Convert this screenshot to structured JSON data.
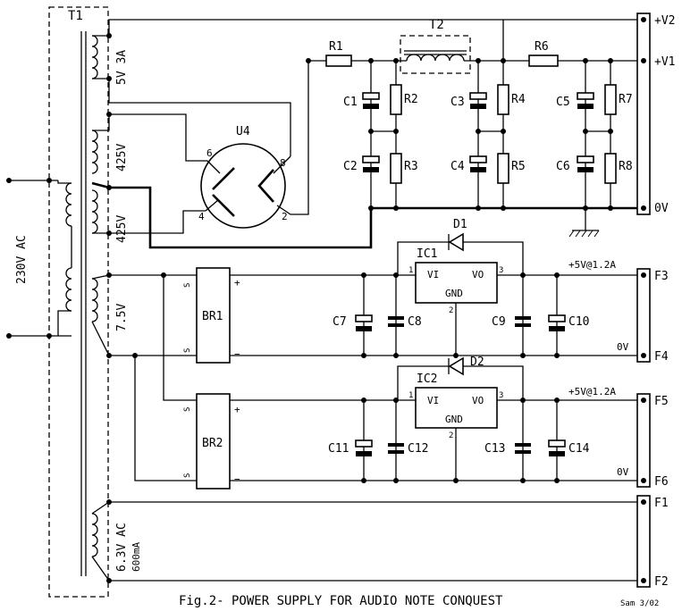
{
  "title": "Fig.2- POWER SUPPLY FOR AUDIO NOTE CONQUEST",
  "signature": "Sam 3/02",
  "transformers": {
    "t1": "T1",
    "t2": "T2",
    "mains": "230V AC",
    "sec_5v": "5V 3A",
    "sec_425_a": "425V",
    "sec_425_b": "425V",
    "sec_75": "7.5V",
    "sec_63_a": "6.3V AC",
    "sec_63_b": "600mA"
  },
  "tube": {
    "ref": "U4",
    "pin6": "6",
    "pin8": "8",
    "pin4": "4",
    "pin2": "2"
  },
  "resistors": [
    "R1",
    "R2",
    "R3",
    "R4",
    "R5",
    "R6",
    "R7",
    "R8"
  ],
  "capacitors": [
    "C1",
    "C2",
    "C3",
    "C4",
    "C5",
    "C6",
    "C7",
    "C8",
    "C9",
    "C10",
    "C11",
    "C12",
    "C13",
    "C14"
  ],
  "bridges": {
    "br1": "BR1",
    "br2": "BR2",
    "s": "S",
    "plus": "+",
    "minus": "−"
  },
  "regulators": {
    "ic1": "IC1",
    "ic2": "IC2",
    "vi": "VI",
    "vo": "VO",
    "gnd": "GND",
    "pin1": "1",
    "pin2": "2",
    "pin3": "3"
  },
  "diodes": {
    "d1": "D1",
    "d2": "D2"
  },
  "rails": {
    "v2": "+V2",
    "v1": "+V1",
    "zero": "0V",
    "out1": "+5V@1.2A",
    "out2": "+5V@1.2A",
    "zero1": "0V",
    "zero2": "0V"
  },
  "terminals": {
    "f1": "F1",
    "f2": "F2",
    "f3": "F3",
    "f4": "F4",
    "f5": "F5",
    "f6": "F6"
  }
}
